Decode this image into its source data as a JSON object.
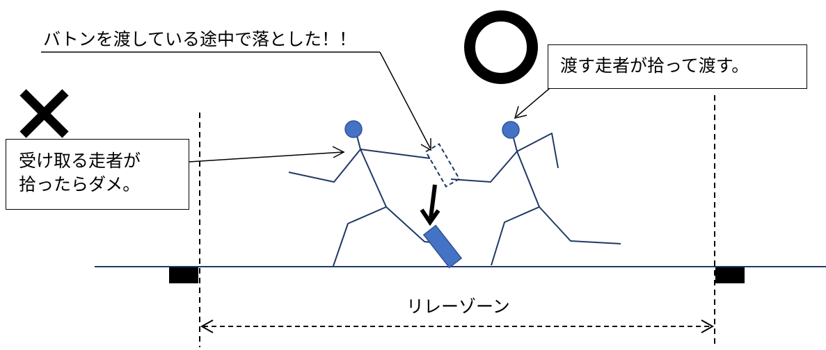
{
  "labels": {
    "drop_note": "バトンを渡している途中で落とした！！",
    "good_note": "渡す走者が拾って渡す。",
    "bad_note_line1": "受け取る走者が",
    "bad_note_line2": "拾ったらダメ。",
    "zone_label": "リレーゾーン"
  },
  "symbols": {
    "correct_mark": "circle-mark",
    "wrong_mark": "cross-mark"
  },
  "colors": {
    "runner_line": "#1f3864",
    "runner_head": "#4472c4",
    "baton": "#4472c4",
    "track": "#1f3864",
    "ink": "#000000"
  }
}
